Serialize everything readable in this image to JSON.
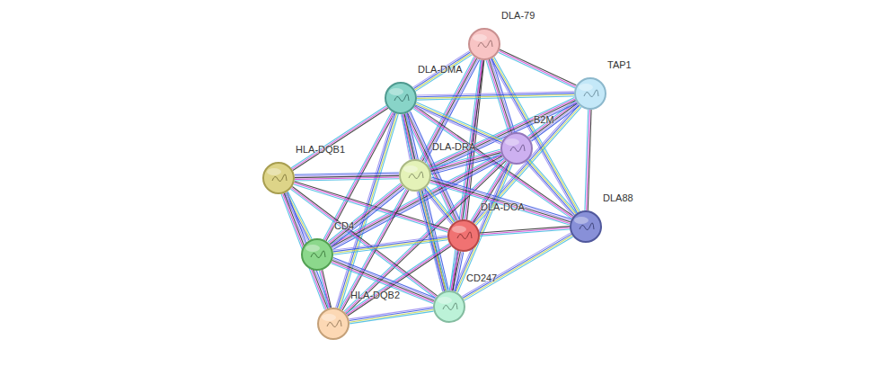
{
  "diagram": {
    "nodes": [
      {
        "text": [
          "DLA-79"
        ]
      },
      {
        "text": [
          "TAP1"
        ]
      },
      {
        "text": [
          "DLA-DMA"
        ]
      },
      {
        "text": [
          "B2M"
        ]
      },
      {
        "text": [
          "HLA-DQB1"
        ]
      },
      {
        "text": [
          "DLA-DRA"
        ]
      },
      {
        "text": [
          "DLA88"
        ]
      },
      {
        "text": [
          "DLA-DOA"
        ]
      },
      {
        "text": [
          "CD4"
        ]
      },
      {
        "text": [
          "CD247"
        ]
      },
      {
        "text": [
          "HLA-DQB2"
        ]
      }
    ],
    "edges": [
      {
        "from": 0,
        "to": 1,
        "arrow": "none"
      },
      {
        "from": 0,
        "to": 2,
        "arrow": "none"
      },
      {
        "from": 0,
        "to": 3,
        "arrow": "none"
      },
      {
        "from": 0,
        "to": 7,
        "arrow": "none"
      },
      {
        "from": 0,
        "to": 6,
        "arrow": "none"
      },
      {
        "from": 0,
        "to": 5,
        "arrow": "none"
      },
      {
        "from": 0,
        "to": 9,
        "arrow": "none"
      },
      {
        "from": 1,
        "to": 2,
        "arrow": "none"
      },
      {
        "from": 1,
        "to": 3,
        "arrow": "none"
      },
      {
        "from": 1,
        "to": 6,
        "arrow": "none"
      },
      {
        "from": 1,
        "to": 7,
        "arrow": "none"
      },
      {
        "from": 1,
        "to": 5,
        "arrow": "none"
      },
      {
        "from": 2,
        "to": 4,
        "arrow": "none"
      },
      {
        "from": 2,
        "to": 5,
        "arrow": "none"
      },
      {
        "from": 2,
        "to": 7,
        "arrow": "none"
      },
      {
        "from": 2,
        "to": 8,
        "arrow": "none"
      },
      {
        "from": 2,
        "to": 10,
        "arrow": "none"
      },
      {
        "from": 2,
        "to": 9,
        "arrow": "none"
      },
      {
        "from": 2,
        "to": 6,
        "arrow": "none"
      },
      {
        "from": 2,
        "to": 3,
        "arrow": "none"
      },
      {
        "from": 3,
        "to": 5,
        "arrow": "none"
      },
      {
        "from": 3,
        "to": 7,
        "arrow": "none"
      },
      {
        "from": 3,
        "to": 6,
        "arrow": "none"
      },
      {
        "from": 3,
        "to": 8,
        "arrow": "none"
      },
      {
        "from": 3,
        "to": 10,
        "arrow": "none"
      },
      {
        "from": 3,
        "to": 9,
        "arrow": "none"
      },
      {
        "from": 4,
        "to": 5,
        "arrow": "none"
      },
      {
        "from": 4,
        "to": 7,
        "arrow": "none"
      },
      {
        "from": 4,
        "to": 8,
        "arrow": "none"
      },
      {
        "from": 4,
        "to": 10,
        "arrow": "none"
      },
      {
        "from": 4,
        "to": 9,
        "arrow": "none"
      },
      {
        "from": 5,
        "to": 7,
        "arrow": "none"
      },
      {
        "from": 5,
        "to": 8,
        "arrow": "none"
      },
      {
        "from": 5,
        "to": 10,
        "arrow": "none"
      },
      {
        "from": 5,
        "to": 9,
        "arrow": "none"
      },
      {
        "from": 5,
        "to": 6,
        "arrow": "none"
      },
      {
        "from": 7,
        "to": 6,
        "arrow": "none"
      },
      {
        "from": 7,
        "to": 8,
        "arrow": "none"
      },
      {
        "from": 7,
        "to": 9,
        "arrow": "none"
      },
      {
        "from": 7,
        "to": 10,
        "arrow": "none"
      },
      {
        "from": 6,
        "to": 9,
        "arrow": "none"
      },
      {
        "from": 8,
        "to": 9,
        "arrow": "none"
      },
      {
        "from": 8,
        "to": 10,
        "arrow": "none"
      },
      {
        "from": 9,
        "to": 10,
        "arrow": "none"
      }
    ]
  }
}
